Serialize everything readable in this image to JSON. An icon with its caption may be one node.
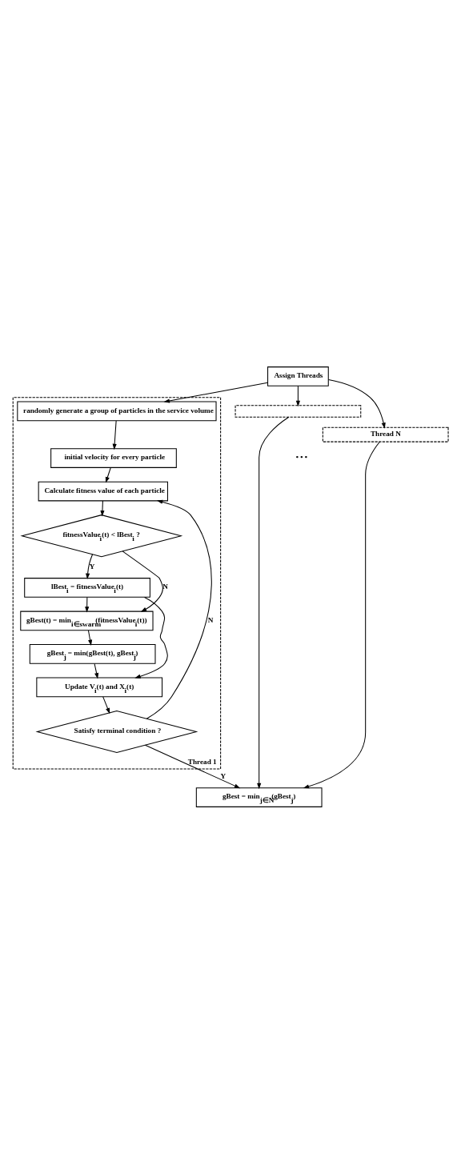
{
  "diagram": {
    "nodes": [
      {
        "text": [
          "Assign Threads"
        ]
      },
      {
        "text": [
          "Thread 1"
        ]
      },
      {
        "text": [
          "randomly generate a group of particles in the service volume"
        ],
        "in": 1
      },
      {
        "text": [
          "initial velocity for every particle"
        ],
        "in": 1
      },
      {
        "text": [
          "Calculate fitness value of each particle"
        ],
        "in": 1
      },
      {
        "text": [
          "fitnessValue$_{i}$(t) < lBest$_{i}$ ?"
        ],
        "in": 1
      },
      {
        "text": [
          "lBest$_{i}$ = fitnessValue$_{i}$(t)"
        ],
        "in": 1
      },
      {
        "text": [
          "gBest(t) = min$_{i∈swarm}$(fitnessValue$_{i}$(t))"
        ],
        "in": 1
      },
      {
        "text": [
          "gBest$_{j}$ = min(gBest(t), gBest$_{j}$)"
        ],
        "in": 1
      },
      {
        "text": [
          "Update V$_{i}$(t) and X$_{i}$(t)"
        ],
        "in": 1
      },
      {
        "text": [
          "Satisfy terminal condition ?"
        ],
        "in": 1
      },
      {
        "text": [],
        "shape": "box"
      },
      {
        "text": [
          "Thread N"
        ]
      },
      {
        "text": [
          "gBest = min$_{j∈N}$(gBest$_{j}$)"
        ]
      }
    ],
    "edges": [
      {
        "from": 0,
        "to": 2,
        "arrow": "to"
      },
      {
        "from": 0,
        "to": 11,
        "arrow": "to"
      },
      {
        "from": 0,
        "to": 12,
        "arrow": "to"
      },
      {
        "from": 2,
        "to": 3,
        "arrow": "to"
      },
      {
        "from": 3,
        "to": 4,
        "arrow": "to"
      },
      {
        "from": 4,
        "to": 5,
        "arrow": "to"
      },
      {
        "from": 5,
        "to": 6,
        "arrow": "to",
        "label": "Y"
      },
      {
        "from": 5,
        "to": 7,
        "arrow": "to",
        "label": "N"
      },
      {
        "from": 6,
        "to": 7,
        "arrow": "to"
      },
      {
        "from": 7,
        "to": 8,
        "arrow": "to"
      },
      {
        "from": 8,
        "to": 9,
        "arrow": "to"
      },
      {
        "from": 6,
        "to": 9,
        "arrow": "to"
      },
      {
        "from": 9,
        "to": 10,
        "arrow": "to"
      },
      {
        "from": 10,
        "to": 4,
        "arrow": "to",
        "label": "N"
      },
      {
        "from": 10,
        "to": 13,
        "arrow": "to",
        "label": "Y"
      },
      {
        "from": 11,
        "to": 13,
        "arrow": "to"
      },
      {
        "from": 12,
        "to": 13,
        "arrow": "to"
      }
    ],
    "labels": [
      "• • •"
    ]
  }
}
